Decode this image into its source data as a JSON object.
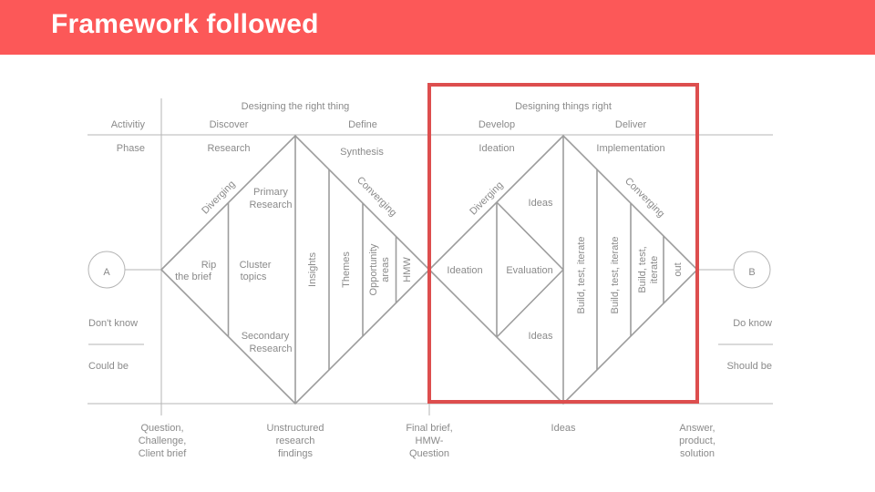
{
  "header": {
    "title": "Framework followed"
  },
  "diagram": {
    "top_labels": {
      "designing_right_thing": "Designing the right thing",
      "designing_things_right": "Designing things right"
    },
    "row_labels": {
      "activity": "Activitiy",
      "phase": "Phase"
    },
    "activities": {
      "discover": "Discover",
      "define": "Define",
      "develop": "Develop",
      "deliver": "Deliver"
    },
    "phases": {
      "research": "Research",
      "synthesis": "Synthesis",
      "ideation": "Ideation",
      "implementation": "Implementation"
    },
    "endpoints": {
      "start": "A",
      "end": "B"
    },
    "side_labels": {
      "dont_know": "Don't know",
      "could_be": "Could be",
      "do_know": "Do know",
      "should_be": "Should be"
    },
    "diamond1": {
      "diverging": "Diverging",
      "converging": "Converging",
      "primary_research": [
        "Primary",
        "Research"
      ],
      "rip_brief": [
        "Rip",
        "the brief"
      ],
      "cluster_topics": [
        "Cluster",
        "topics"
      ],
      "secondary_research": [
        "Secondary",
        "Research"
      ],
      "insights": "Insights",
      "themes": "Themes",
      "opportunity_areas": [
        "Opportunity",
        "areas"
      ],
      "hmw": "HMW"
    },
    "diamond2": {
      "diverging": "Diverging",
      "converging": "Converging",
      "ideas_top": "Ideas",
      "ideation": "Ideation",
      "evaluation": "Evaluation",
      "ideas_bottom": "Ideas",
      "build1": "Build, test, iterate",
      "build2": "Build, test, iterate",
      "build3": [
        "Build, test,",
        "iterate"
      ],
      "out": "out"
    },
    "bottom_labels": {
      "question": [
        "Question,",
        "Challenge,",
        "Client brief"
      ],
      "unstructured": [
        "Unstructured",
        "research",
        "findings"
      ],
      "final_brief": [
        "Final brief,",
        "HMW-",
        "Question"
      ],
      "ideas": [
        "Ideas"
      ],
      "answer": [
        "Answer,",
        "product,",
        "solution"
      ]
    },
    "colors": {
      "banner": "#fc5858",
      "highlight": "#dd4e4e",
      "line": "#9c9c9c",
      "text": "#8a8a8a"
    }
  }
}
